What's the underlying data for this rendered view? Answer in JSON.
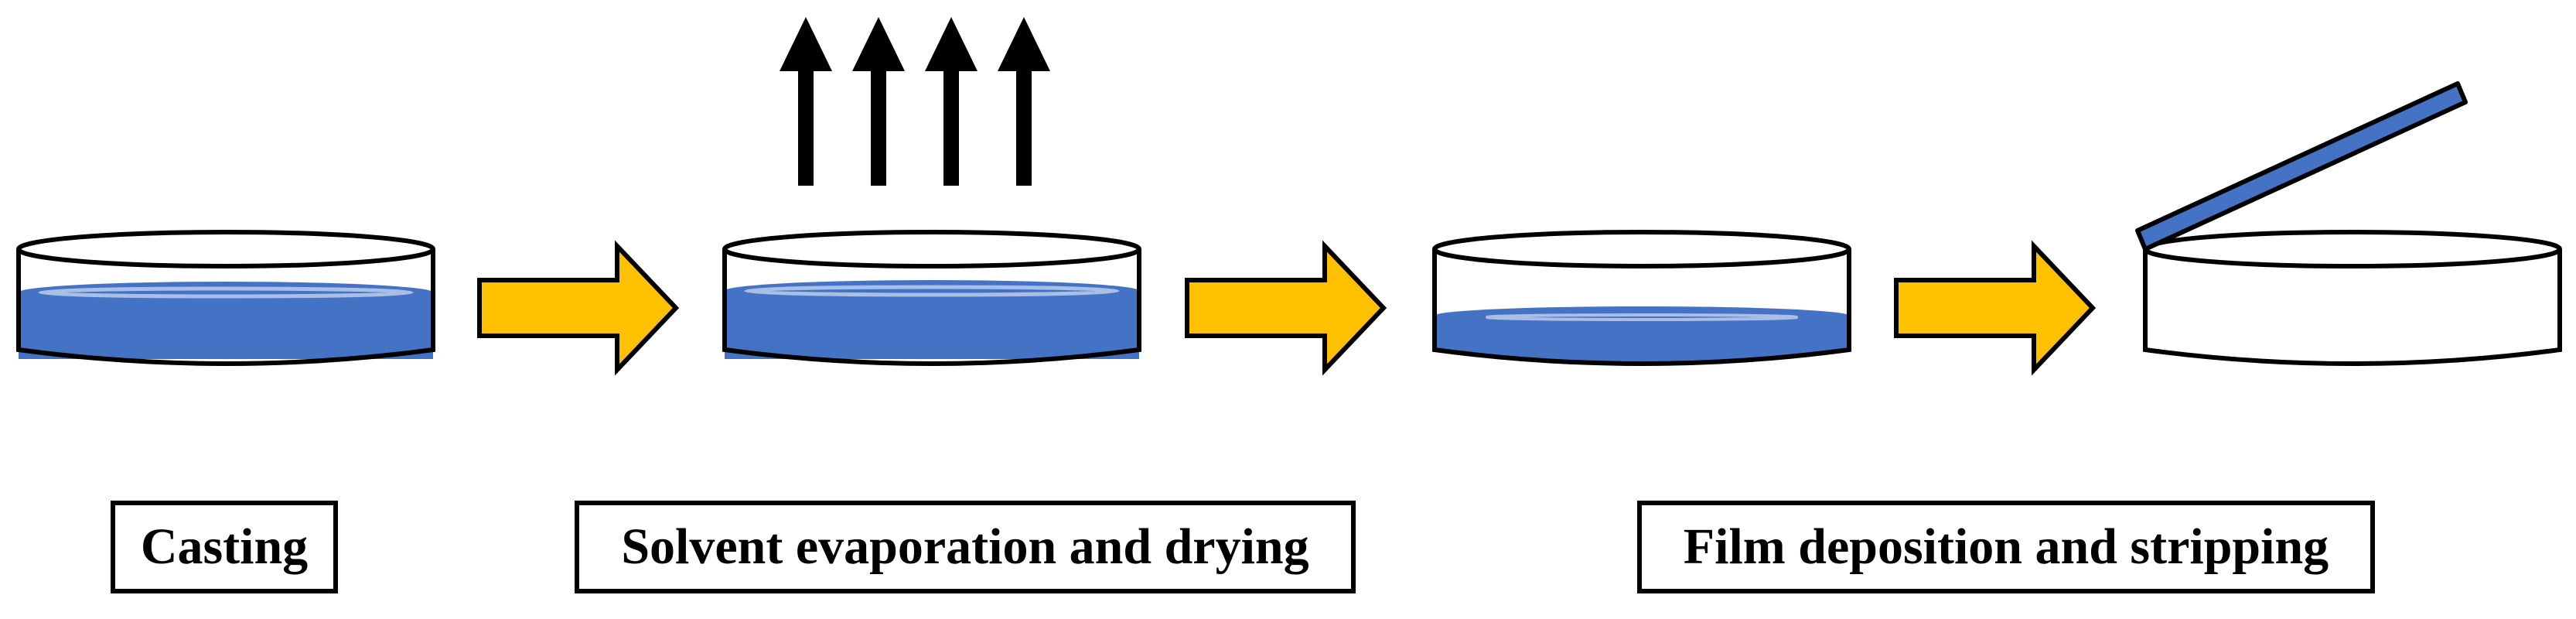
{
  "colors": {
    "liquid": "#4472C4",
    "liquid_highlight": "#A9BFE6",
    "arrow_fill": "#FFC000",
    "outline": "#000000",
    "dish_fill": "#FFFFFF",
    "vapor_arrow": "#000000"
  },
  "steps": [
    {
      "id": "casting",
      "label": "Casting",
      "state": "dish-full-solution"
    },
    {
      "id": "evaporation",
      "label": "Solvent evaporation and drying",
      "state": "dish-full-solution-evaporating"
    },
    {
      "id": "film",
      "label": "",
      "state": "dish-thin-film"
    },
    {
      "id": "stripping",
      "label": "Film deposition and stripping",
      "state": "dish-empty-film-lifted"
    }
  ],
  "labels": {
    "casting": "Casting",
    "evaporation": "Solvent evaporation and drying",
    "deposition": "Film deposition and stripping"
  },
  "icons": {
    "process_arrow": "right-block-arrow-icon",
    "vapor": "up-arrow-icon"
  }
}
